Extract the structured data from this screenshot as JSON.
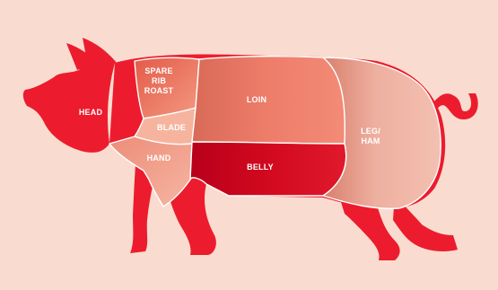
{
  "colors": {
    "background": "#f9dccf",
    "body": "#ec1c2e",
    "head": "#ec1c2e",
    "spare_rib_roast": "#ef8069",
    "blade": "#f6b49f",
    "loin": "#ee7d6a",
    "hand": "#f0a08a",
    "belly": "#c5061c",
    "leg_ham": "#eeb0a0",
    "outline": "#ffffff"
  },
  "cuts": {
    "head": "HEAD",
    "spare_rib_roast": [
      "SPARE",
      "RIB",
      "ROAST"
    ],
    "blade": "BLADE",
    "loin": "LOIN",
    "hand": "HAND",
    "belly": "BELLY",
    "leg_ham": [
      "LEG/",
      "HAM"
    ]
  }
}
